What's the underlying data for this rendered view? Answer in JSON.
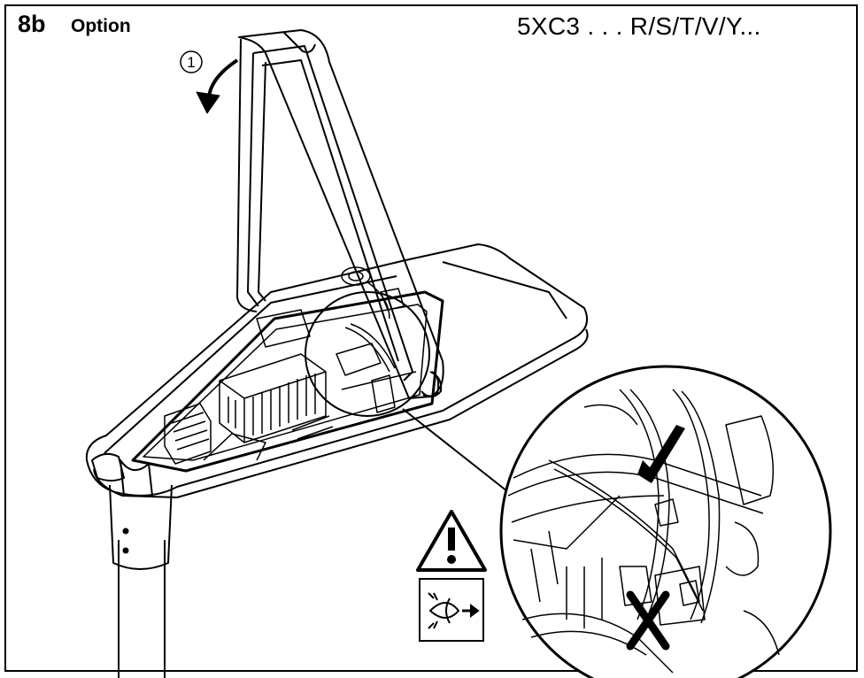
{
  "header": {
    "step": "8b",
    "option_label": "Option",
    "model_code": "5XC3 . . . R/S/T/V/Y..."
  },
  "illustration": {
    "callout_number": "1",
    "icons": [
      "rotate-arrow-icon",
      "warning-triangle-icon",
      "visual-inspection-icon",
      "checkmark-icon",
      "cross-icon"
    ]
  }
}
